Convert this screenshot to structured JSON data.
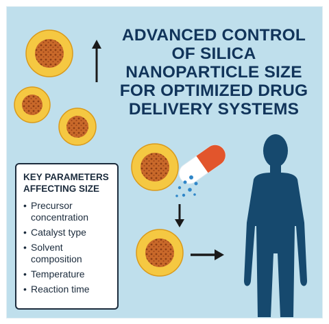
{
  "title_lines": [
    "ADVANCED CONTROL",
    "OF SILICA",
    "NANOPARTICLE SIZE",
    "FOR OPTIMIZED DRUG",
    "DELIVERY SYSTEMS"
  ],
  "parameters": {
    "heading_lines": [
      "KEY PARAMETERS",
      "AFFECTING SIZE"
    ],
    "items": [
      [
        "Precursor",
        "concentration"
      ],
      [
        "Catalyst type"
      ],
      [
        "Solvent",
        "composition"
      ],
      [
        "Temperature"
      ],
      [
        "Reaction time"
      ]
    ]
  },
  "colors": {
    "background": "#bfdfec",
    "title": "#11345a",
    "particle_shell": "#f5c842",
    "particle_core": "#c9692a",
    "capsule": "#e2552c",
    "human": "#16496e",
    "arrows": "#1a1a1a"
  },
  "icons": [
    "nanoparticle-icon",
    "capsule-icon",
    "human-silhouette-icon",
    "arrow-up-icon",
    "arrow-down-icon",
    "arrow-right-icon"
  ]
}
